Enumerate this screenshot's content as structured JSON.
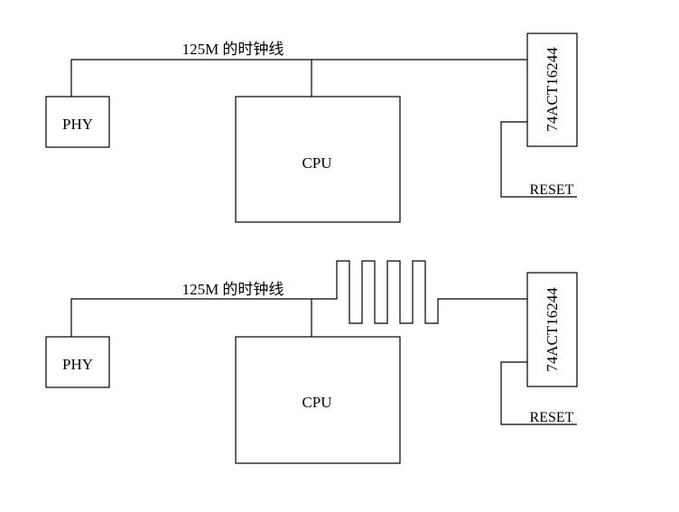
{
  "diagrams": [
    {
      "name": "direct-routing",
      "clock_label": "125M 的时钟线",
      "phy_label": "PHY",
      "cpu_label": "CPU",
      "driver_label": "74ACT16244",
      "reset_label": "RESET",
      "serpentine_turns": 0
    },
    {
      "name": "serpentine-routing",
      "clock_label": "125M 的时钟线",
      "phy_label": "PHY",
      "cpu_label": "CPU",
      "driver_label": "74ACT16244",
      "reset_label": "RESET",
      "serpentine_turns": 4
    }
  ],
  "colors": {
    "stroke": "#000000",
    "background": "#ffffff"
  }
}
